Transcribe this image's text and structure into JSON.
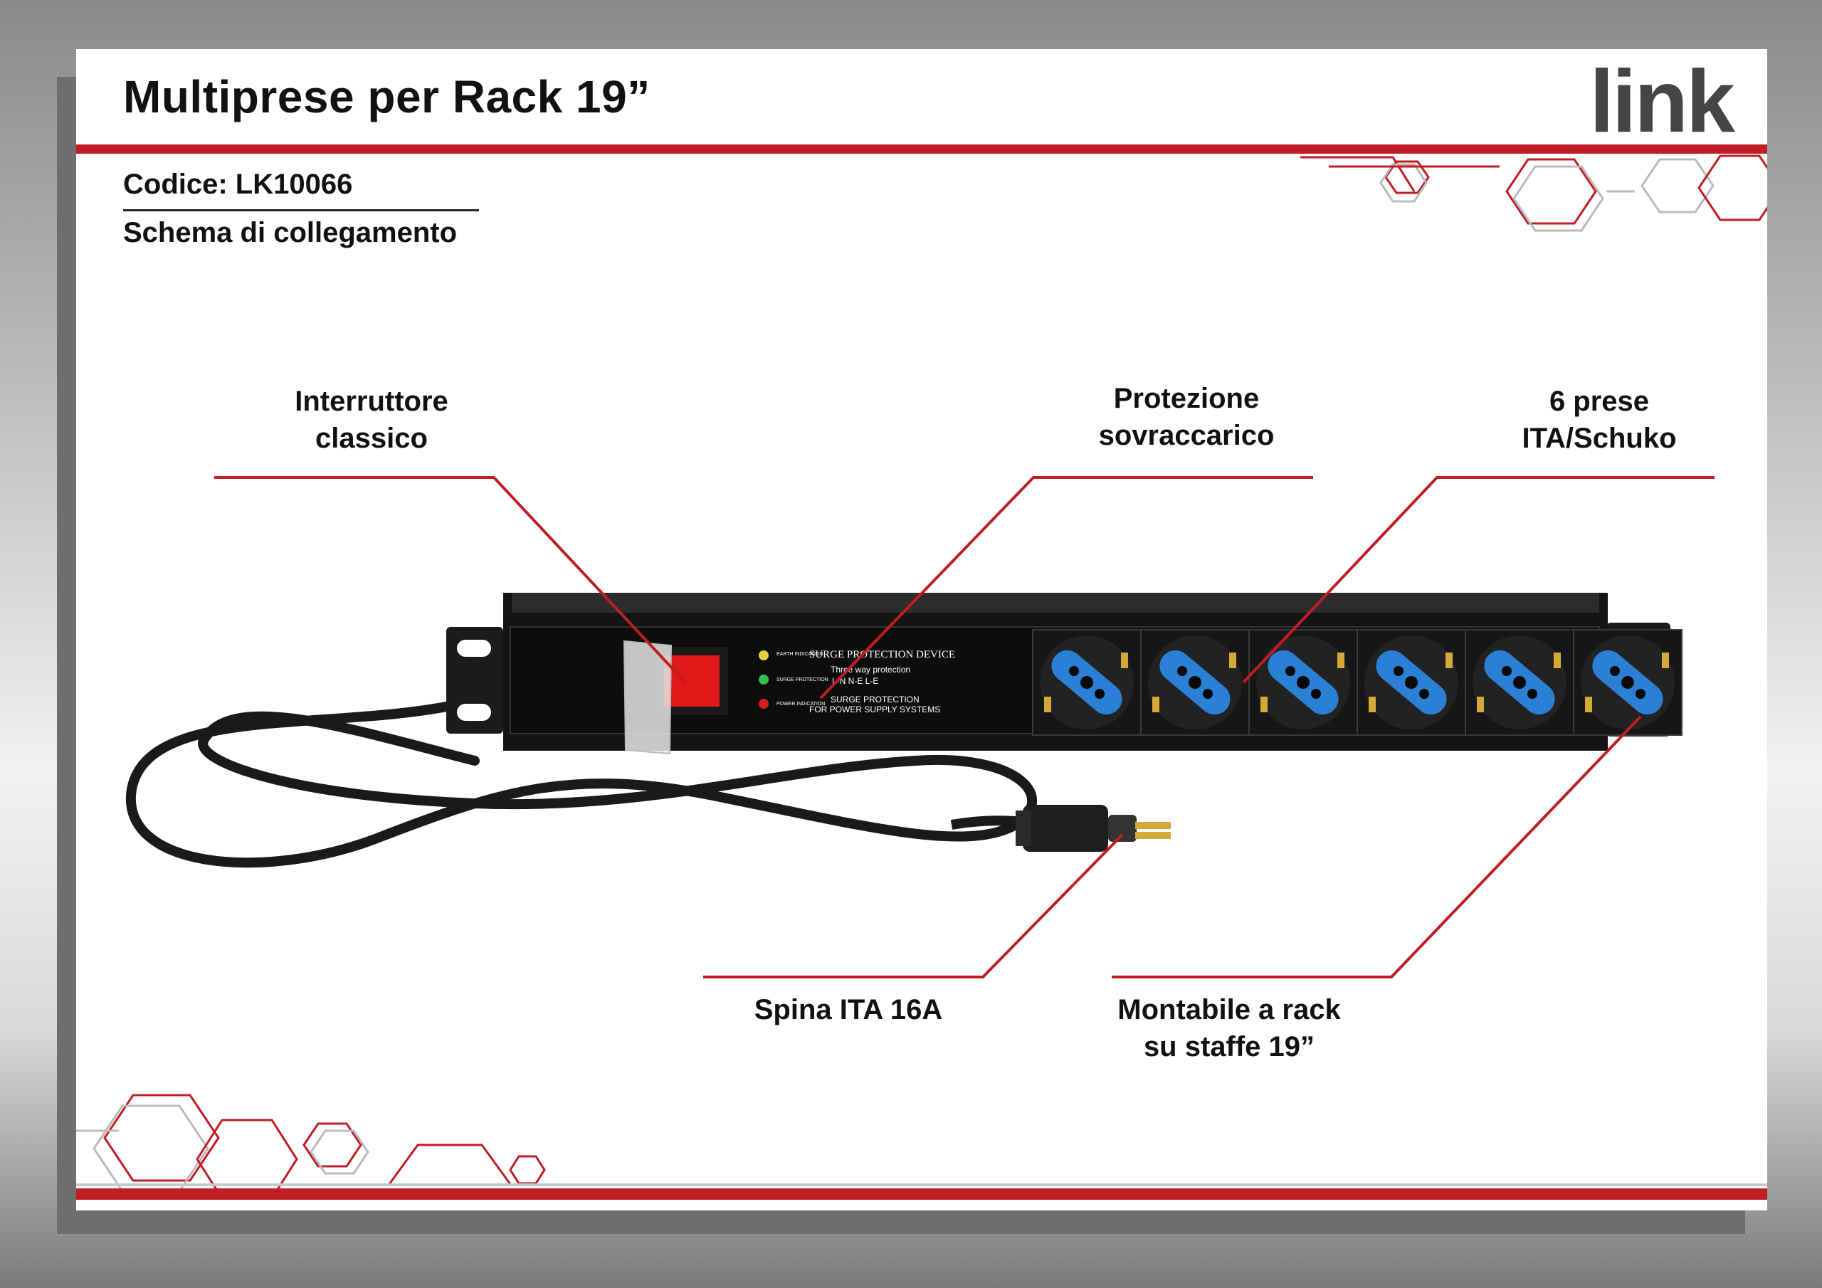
{
  "header": {
    "title": "Multiprese per Rack 19”",
    "logo": "link"
  },
  "info": {
    "code": "Codice: LK10066",
    "subtitle": "Schema di collegamento"
  },
  "callouts": {
    "switch": "Interruttore\nclassico",
    "surge": "Protezione\nsovraccarico",
    "sockets": "6 prese\nITA/Schuko",
    "plug": "Spina ITA 16A",
    "rack": "Montabile a rack\nsu staffe 19”"
  },
  "device_labels": {
    "surge_title": "SURGE PROTECTION DEVICE",
    "three_way": "Three way protection",
    "lines": "L-N  N-E  L-E",
    "surge_protection": "SURGE PROTECTION",
    "for_power": "FOR POWER SUPPLY SYSTEMS",
    "earth": "EARTH INDICATION",
    "surge_ind": "SURGE PROTECTION",
    "power": "POWER INDICATION"
  },
  "colors": {
    "accent": "#c01d26",
    "socket_blue": "#2b7fd4",
    "switch_red": "#e01a1a"
  }
}
